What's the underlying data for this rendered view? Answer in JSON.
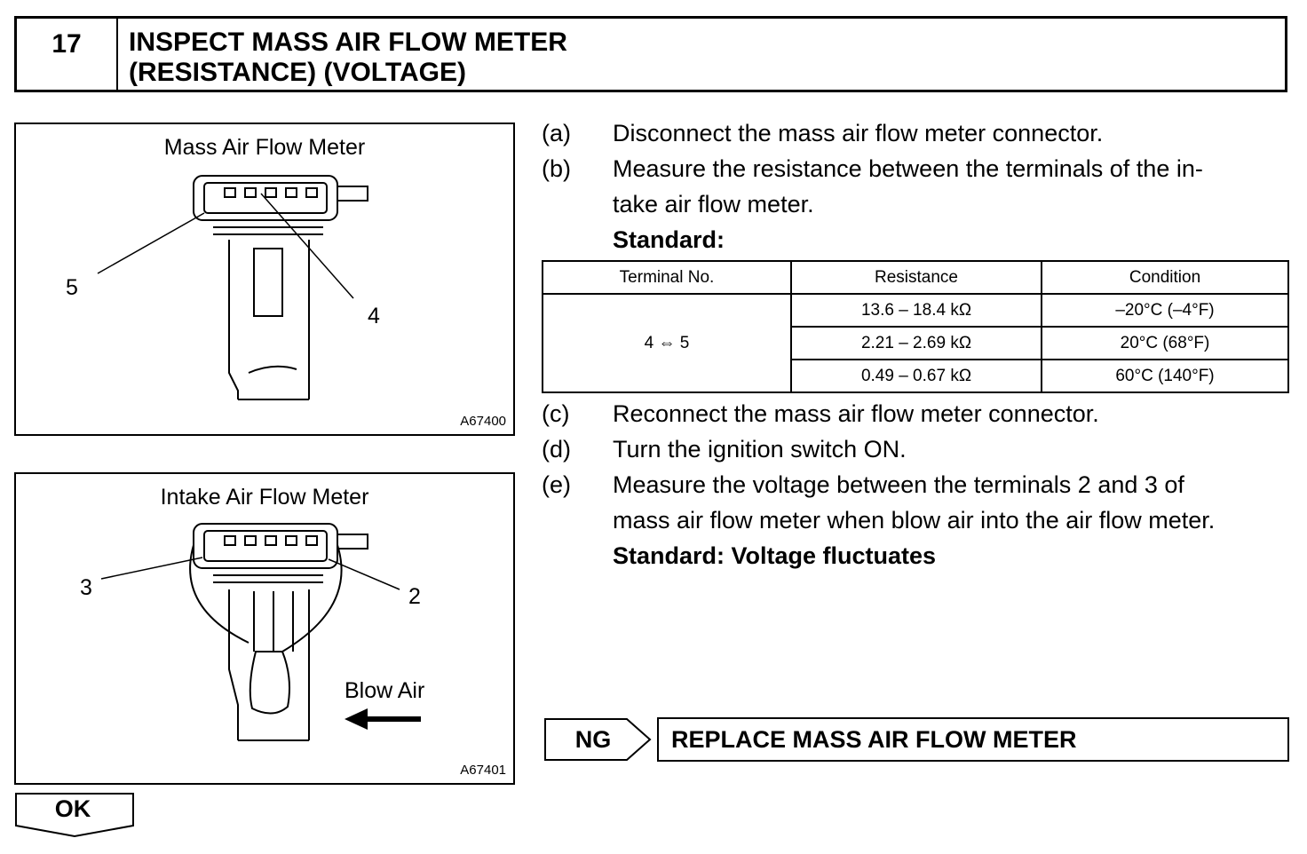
{
  "header": {
    "step_number": "17",
    "title_line1": "INSPECT MASS AIR FLOW METER",
    "title_line2": "(RESISTANCE) (VOLTAGE)"
  },
  "figures": [
    {
      "title": "Mass Air Flow Meter",
      "callouts": [
        "5",
        "4"
      ],
      "code": "A67400"
    },
    {
      "title": "Intake Air Flow Meter",
      "callouts": [
        "3",
        "2"
      ],
      "blow_label": "Blow Air",
      "code": "A67401"
    }
  ],
  "steps": [
    {
      "label": "(a)",
      "text": "Disconnect the mass air flow meter connector."
    },
    {
      "label": "(b)",
      "text": "Measure the resistance between the terminals of the in-",
      "text2": "take air flow meter.",
      "standard": "Standard:"
    },
    {
      "label": "(c)",
      "text": "Reconnect the mass air flow meter connector."
    },
    {
      "label": "(d)",
      "text": "Turn the ignition switch ON."
    },
    {
      "label": "(e)",
      "text": "Measure the voltage between the terminals 2 and 3 of",
      "text2": "mass air flow meter when blow air into the air flow meter.",
      "standard": "Standard: Voltage fluctuates"
    }
  ],
  "table": {
    "headers": [
      "Terminal No.",
      "Resistance",
      "Condition"
    ],
    "terminal": "4 ⇔ 5",
    "rows": [
      {
        "resistance": "13.6 – 18.4 kΩ",
        "condition": "–20°C (–4°F)"
      },
      {
        "resistance": "2.21 – 2.69 kΩ",
        "condition": "20°C (68°F)"
      },
      {
        "resistance": "0.49 – 0.67 kΩ",
        "condition": "60°C (140°F)"
      }
    ]
  },
  "ng": {
    "label": "NG",
    "result": "REPLACE MASS AIR FLOW METER"
  },
  "ok": {
    "label": "OK"
  }
}
